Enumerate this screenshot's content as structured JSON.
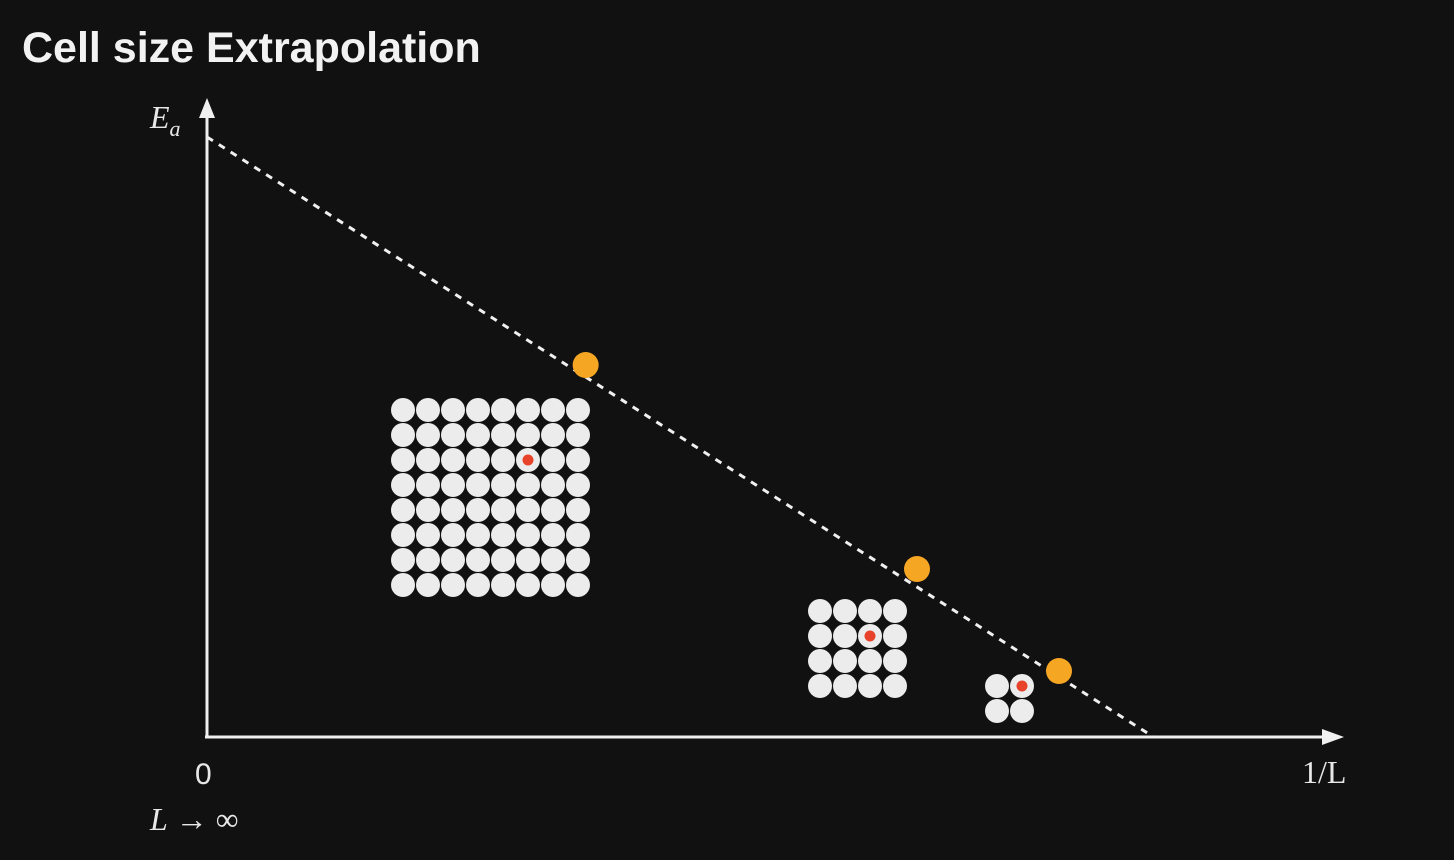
{
  "slide": {
    "title": "Cell size Extrapolation"
  },
  "axes": {
    "y_label_main": "E",
    "y_label_sub": "a",
    "x_label": "1/L",
    "origin_label": "0",
    "limit_label_left": "L",
    "limit_label_arrow": "→",
    "limit_label_right": "∞"
  },
  "colors": {
    "background": "#111111",
    "axis": "#f0f0f0",
    "atom": "#ececec",
    "defect": "#e8432a",
    "data_point": "#f5a623",
    "fit_line": "#f0f0f0"
  },
  "chart_data": {
    "type": "scatter",
    "title": "Cell size Extrapolation",
    "xlabel": "1/L",
    "ylabel": "E_a",
    "x_axis_min_label": "0",
    "note": "L → ∞",
    "points": [
      {
        "supercell": "8x8",
        "x": 0.4,
        "y": 0.62
      },
      {
        "supercell": "4x4",
        "x": 0.75,
        "y": 0.28
      },
      {
        "supercell": "2x2",
        "x": 0.9,
        "y": 0.11
      }
    ],
    "fit_line": {
      "style": "dashed",
      "y_intercept": 1.0,
      "x_intercept": 1.0
    },
    "xlim": [
      0,
      1.2
    ],
    "ylim": [
      0,
      1.05
    ],
    "grid": false,
    "legend": "none"
  },
  "supercells": [
    {
      "name": "supercell-8x8",
      "n": 8,
      "defect_row": 2,
      "defect_col": 5
    },
    {
      "name": "supercell-4x4",
      "n": 4,
      "defect_row": 1,
      "defect_col": 2
    },
    {
      "name": "supercell-2x2",
      "n": 2,
      "defect_row": 0,
      "defect_col": 1
    }
  ]
}
